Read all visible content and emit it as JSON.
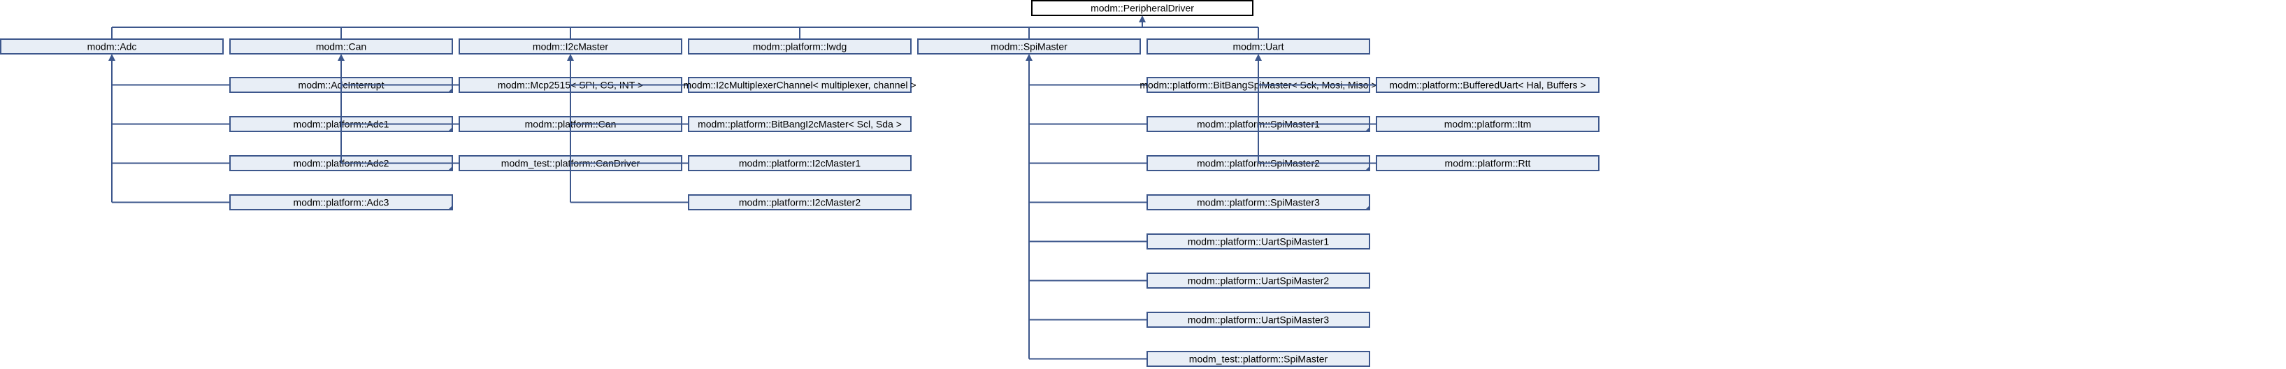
{
  "diagram": {
    "root": "modm::PeripheralDriver",
    "children": [
      {
        "label": "modm::Adc",
        "subclasses": [
          {
            "label": "modm::AdcInterrupt",
            "has_more": true
          },
          {
            "label": "modm::platform::Adc1",
            "has_more": true
          },
          {
            "label": "modm::platform::Adc2",
            "has_more": true
          },
          {
            "label": "modm::platform::Adc3",
            "has_more": true
          }
        ]
      },
      {
        "label": "modm::Can",
        "subclasses": [
          {
            "label": "modm::Mcp2515< SPI, CS, INT >",
            "has_more": false
          },
          {
            "label": "modm::platform::Can",
            "has_more": false
          },
          {
            "label": "modm_test::platform::CanDriver",
            "has_more": false
          }
        ]
      },
      {
        "label": "modm::I2cMaster",
        "subclasses": [
          {
            "label": "modm::I2cMultiplexerChannel< multiplexer, channel >",
            "has_more": false
          },
          {
            "label": "modm::platform::BitBangI2cMaster< Scl, Sda >",
            "has_more": false
          },
          {
            "label": "modm::platform::I2cMaster1",
            "has_more": false
          },
          {
            "label": "modm::platform::I2cMaster2",
            "has_more": false
          }
        ]
      },
      {
        "label": "modm::platform::Iwdg",
        "subclasses": []
      },
      {
        "label": "modm::SpiMaster",
        "subclasses": [
          {
            "label": "modm::platform::BitBangSpiMaster< Sck, Mosi, Miso >",
            "has_more": false
          },
          {
            "label": "modm::platform::SpiMaster1",
            "has_more": true
          },
          {
            "label": "modm::platform::SpiMaster2",
            "has_more": true
          },
          {
            "label": "modm::platform::SpiMaster3",
            "has_more": true
          },
          {
            "label": "modm::platform::UartSpiMaster1",
            "has_more": false
          },
          {
            "label": "modm::platform::UartSpiMaster2",
            "has_more": false
          },
          {
            "label": "modm::platform::UartSpiMaster3",
            "has_more": false
          },
          {
            "label": "modm_test::platform::SpiMaster",
            "has_more": false
          }
        ]
      },
      {
        "label": "modm::Uart",
        "subclasses": [
          {
            "label": "modm::platform::BufferedUart< Hal, Buffers >",
            "has_more": false
          },
          {
            "label": "modm::platform::Itm",
            "has_more": false
          },
          {
            "label": "modm::platform::Rtt",
            "has_more": false
          }
        ]
      }
    ]
  },
  "colors": {
    "node_fill": "#e8eef6",
    "node_border": "#3d578c",
    "edge": "#3d578c",
    "root_border": "#000000"
  }
}
